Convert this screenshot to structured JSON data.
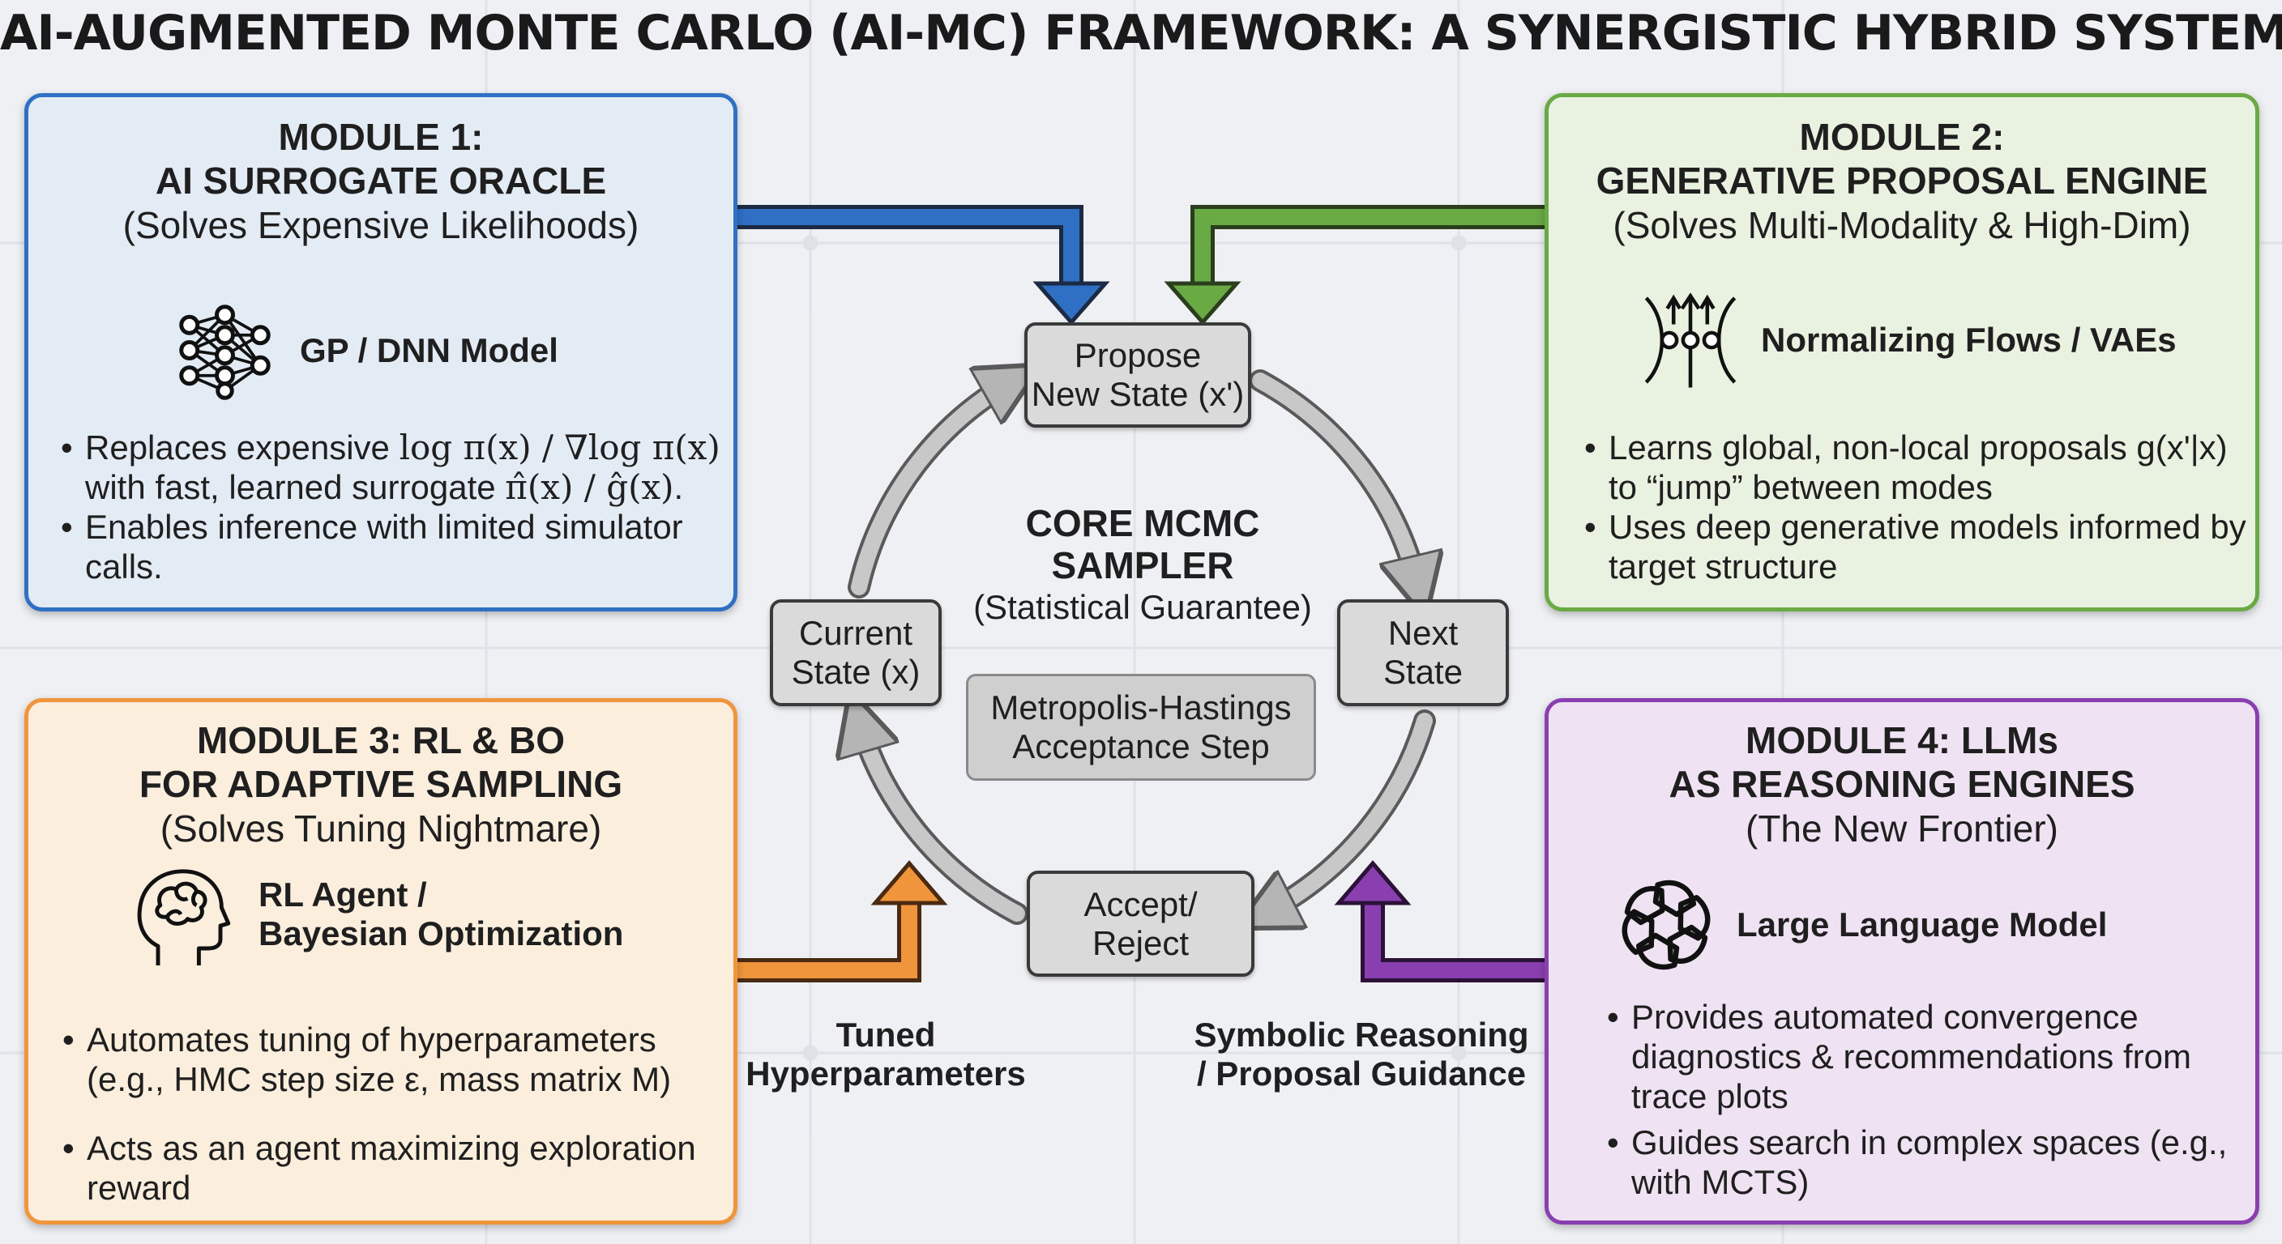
{
  "title": "AI-AUGMENTED MONTE CARLO (AI-MC) FRAMEWORK: A SYNERGISTIC HYBRID SYSTEM",
  "colors": {
    "module1": "#2f6fc4",
    "module2": "#6aaa45",
    "module3": "#f0953b",
    "module4": "#8a3fb0",
    "cycle": "#9a9a9a"
  },
  "modules": [
    {
      "heading1": "MODULE 1:",
      "heading2": "AI SURROGATE ORACLE",
      "subtitle": "(Solves Expensive Likelihoods)",
      "icon": "neural-network-icon",
      "tech": "GP / DNN Model",
      "bullets": [
        {
          "a": "Replaces expensive ",
          "b": "log π(x) / ∇log π(x)",
          "c": " with fast, learned surrogate ",
          "d": "π̂(x) / ĝ(x)",
          "e": "."
        },
        {
          "a": "Enables inference with limited simulator calls."
        }
      ]
    },
    {
      "heading1": "MODULE 2:",
      "heading2": "GENERATIVE PROPOSAL ENGINE",
      "subtitle": "(Solves Multi-Modality & High-Dim)",
      "icon": "normalizing-flow-icon",
      "tech": "Normalizing Flows / VAEs",
      "bullets": [
        {
          "a": "Learns global, non-local proposals g(x'|x) to “jump” between modes"
        },
        {
          "a": "Uses deep generative models informed by target structure"
        }
      ]
    },
    {
      "heading1": "MODULE 3: RL & BO",
      "heading2": "FOR ADAPTIVE SAMPLING",
      "subtitle": "(Solves Tuning Nightmare)",
      "icon": "brain-head-icon",
      "tech1": "RL Agent /",
      "tech2": "Bayesian Optimization",
      "bullets": [
        {
          "a": "Automates tuning of hyperparameters (e.g., HMC step size ε, mass matrix M)"
        },
        {
          "a": "Acts as an agent maximizing exploration reward"
        }
      ]
    },
    {
      "heading1": "MODULE 4: LLMs",
      "heading2": "AS REASONING ENGINES",
      "subtitle": "(The New Frontier)",
      "icon": "llm-knot-icon",
      "tech": "Large Language Model",
      "bullets": [
        {
          "a": "Provides automated convergence diagnostics & recommendations from trace plots"
        },
        {
          "a": "Guides search in complex spaces (e.g., with MCTS)"
        }
      ]
    }
  ],
  "core": {
    "title1": "CORE MCMC",
    "title2": "SAMPLER",
    "subtitle": "(Statistical Guarantee)",
    "mh1": "Metropolis-Hastings",
    "mh2": "Acceptance Step"
  },
  "nodes": {
    "propose1": "Propose",
    "propose2": "New State (x')",
    "next1": "Next",
    "next2": "State",
    "accept1": "Accept/",
    "accept2": "Reject",
    "current1": "Current",
    "current2": "State (x)"
  },
  "flow_labels": {
    "tuned1": "Tuned",
    "tuned2": "Hyperparameters",
    "sym1": "Symbolic Reasoning",
    "sym2": "/ Proposal Guidance"
  }
}
